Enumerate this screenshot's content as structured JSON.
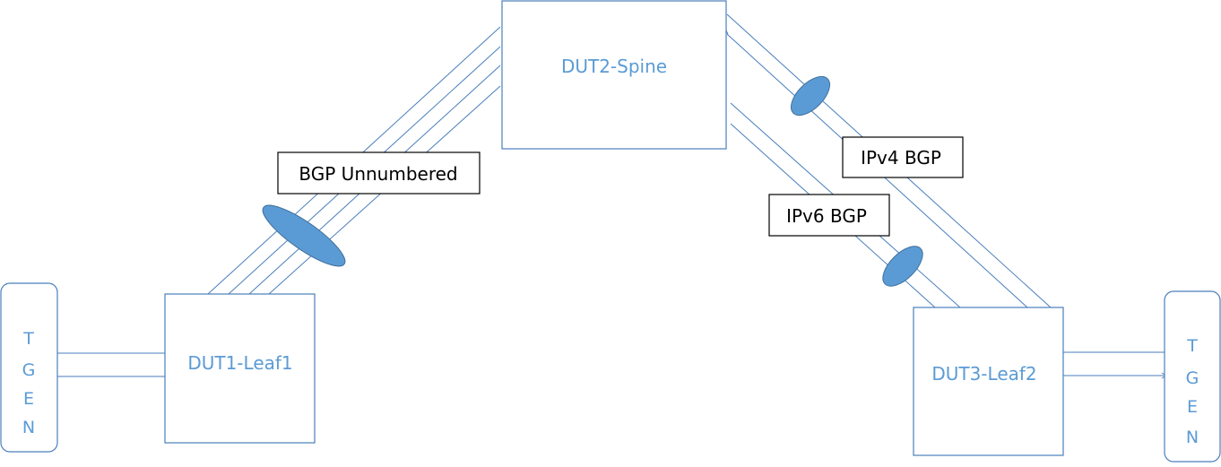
{
  "colors": {
    "device_border": "#4a7ebb",
    "link_line": "#4a7ebb",
    "label_text": "#5b9bd5",
    "lag_ellipse_fill": "#5b9bd5",
    "lag_ellipse_stroke": "#41719c",
    "callout_border": "#000000",
    "callout_text": "#000000"
  },
  "devices": {
    "spine": "DUT2-Spine",
    "leaf1": "DUT1-Leaf1",
    "leaf2": "DUT3-Leaf2"
  },
  "tgen_left": [
    "T",
    "G",
    "E",
    "N"
  ],
  "tgen_right": [
    "T",
    "G",
    "E",
    "N"
  ],
  "callouts": {
    "bgp_unnumbered": "BGP Unnumbered",
    "ipv4_bgp": "IPv4 BGP",
    "ipv6_bgp": "IPv6 BGP"
  }
}
